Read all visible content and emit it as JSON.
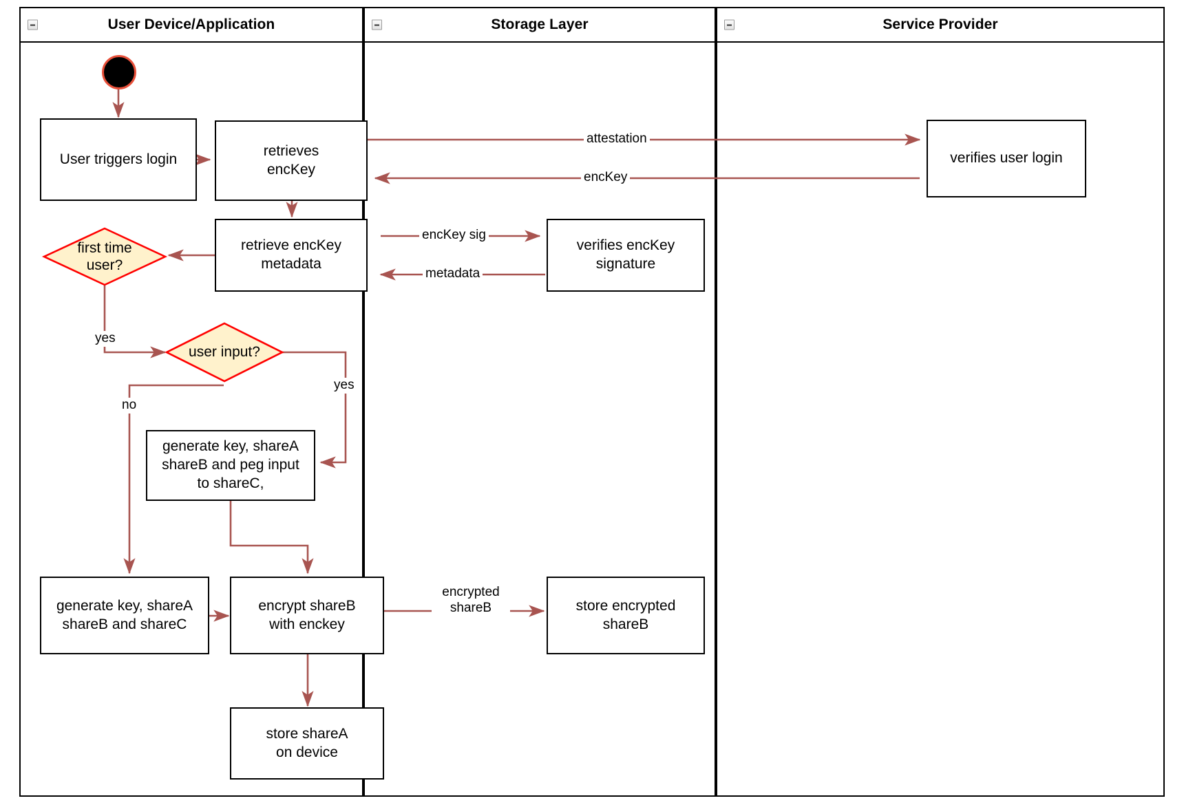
{
  "diagram": {
    "type": "activity-swimlane",
    "colors": {
      "edge": "#a85450",
      "decision_fill": "#fff2cc",
      "decision_stroke": "#ff0000",
      "node_stroke": "#000000",
      "start_fill": "#000000",
      "start_stroke": "#e8503a"
    }
  },
  "lanes": [
    {
      "id": "user-device",
      "title": "User Device/Application",
      "collapse_icon": "collapse-minus-icon"
    },
    {
      "id": "storage-layer",
      "title": "Storage Layer",
      "collapse_icon": "collapse-minus-icon"
    },
    {
      "id": "service-provider",
      "title": "Service Provider",
      "collapse_icon": "collapse-minus-icon"
    }
  ],
  "nodes": [
    {
      "id": "start",
      "kind": "start",
      "label": ""
    },
    {
      "id": "user-triggers-login",
      "kind": "action",
      "label": "User triggers login"
    },
    {
      "id": "retrieves-enckey",
      "kind": "action",
      "label": "retrieves\nencKey"
    },
    {
      "id": "retrieve-enckey-metadata",
      "kind": "action",
      "label": "retrieve encKey\nmetadata"
    },
    {
      "id": "first-time-user",
      "kind": "decision",
      "label": "first time\nuser?"
    },
    {
      "id": "user-input",
      "kind": "decision",
      "label": "user input?"
    },
    {
      "id": "generate-key-peg-input",
      "kind": "action",
      "label": "generate key, shareA\nshareB and peg input\nto shareC,"
    },
    {
      "id": "generate-key-sharec",
      "kind": "action",
      "label": "generate key, shareA\nshareB and shareC"
    },
    {
      "id": "encrypt-shareb",
      "kind": "action",
      "label": "encrypt shareB\nwith enckey"
    },
    {
      "id": "store-sharea",
      "kind": "action",
      "label": "store shareA\non device"
    },
    {
      "id": "verifies-enckey-signature",
      "kind": "action",
      "label": "verifies encKey signature"
    },
    {
      "id": "store-encrypted-shareb",
      "kind": "action",
      "label": "store encrypted\nshareB"
    },
    {
      "id": "verifies-user-login",
      "kind": "action",
      "label": "verifies user login"
    }
  ],
  "edge_labels": {
    "attestation": "attestation",
    "enckey": "encKey",
    "enckey_sig": "encKey sig",
    "metadata": "metadata",
    "yes_first_time": "yes",
    "yes_user_input": "yes",
    "no_user_input": "no",
    "encrypted_shareb": "encrypted\nshareB"
  }
}
